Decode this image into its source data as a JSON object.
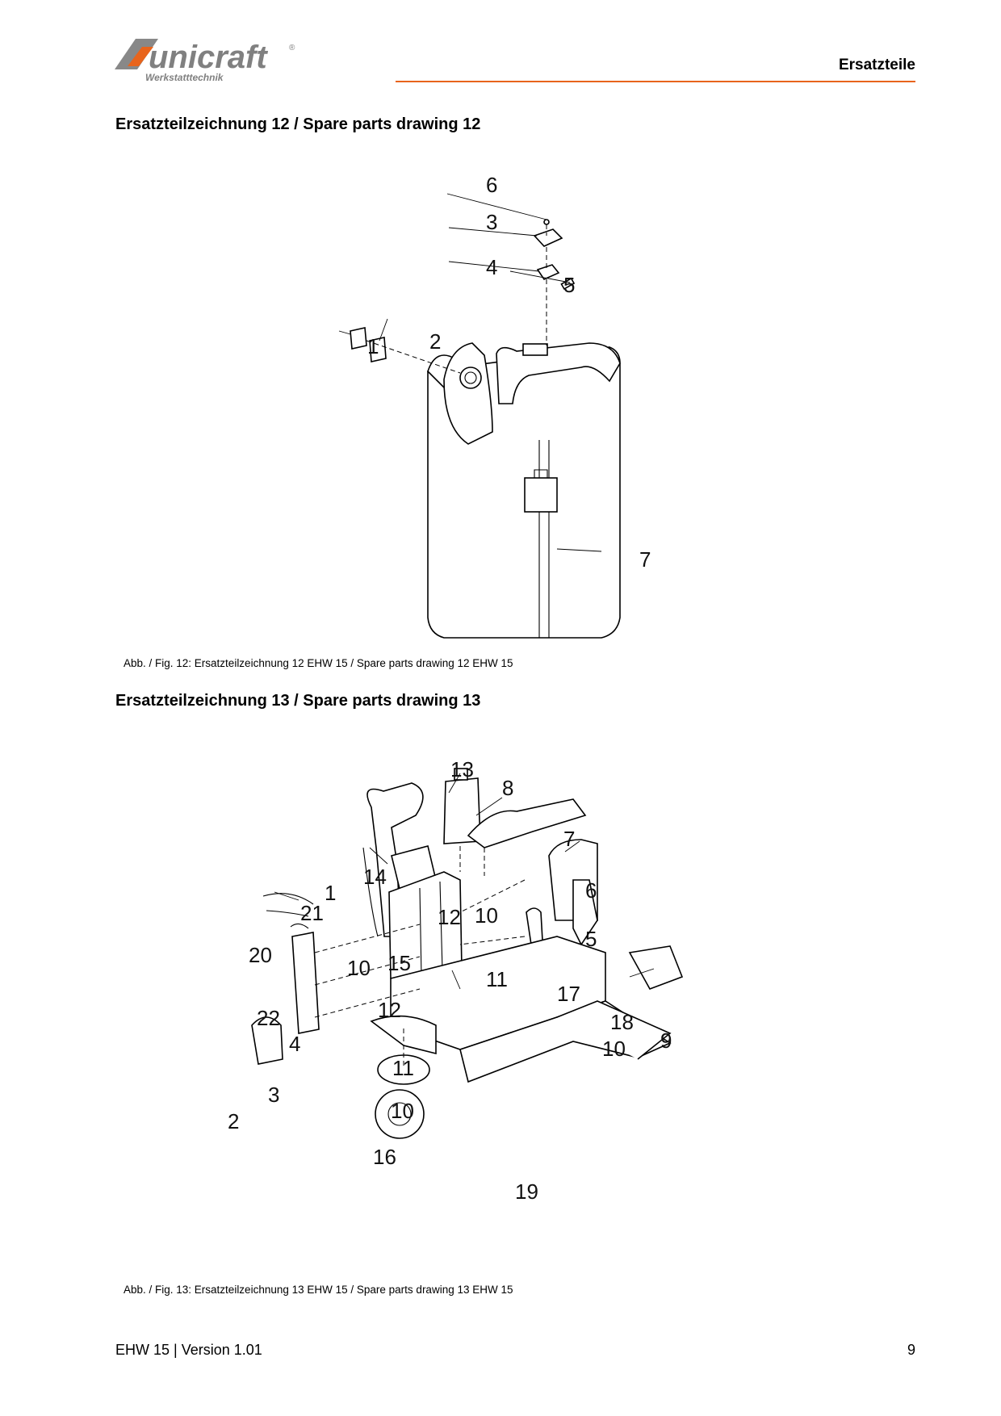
{
  "header": {
    "brand": "unicraft",
    "brand_mark": "®",
    "brand_tagline": "Werkstatttechnik",
    "section_label": "Ersatzteile",
    "accent_color": "#e8641c",
    "logo_gray": "#808080"
  },
  "drawing12": {
    "title": "Ersatzteilzeichnung 12 / Spare parts drawing 12",
    "caption": "Abb. / Fig. 12: Ersatzteilzeichnung 12 EHW 15 / Spare parts drawing 12 EHW 15",
    "callouts": [
      "6",
      "3",
      "4",
      "5",
      "1",
      "2",
      "7"
    ]
  },
  "drawing13": {
    "title": "Ersatzteilzeichnung 13 / Spare parts drawing 13",
    "caption": "Abb. / Fig. 13: Ersatzteilzeichnung 13 EHW 15 / Spare parts drawing 13 EHW 15",
    "callouts": [
      "13",
      "8",
      "7",
      "14",
      "6",
      "1",
      "21",
      "12",
      "10",
      "5",
      "20",
      "10",
      "15",
      "11",
      "17",
      "12",
      "18",
      "22",
      "10",
      "4",
      "11",
      "9",
      "3",
      "10",
      "2",
      "16",
      "19"
    ]
  },
  "footer": {
    "doc_version": "EHW 15 | Version 1.01",
    "page_number": "9"
  }
}
